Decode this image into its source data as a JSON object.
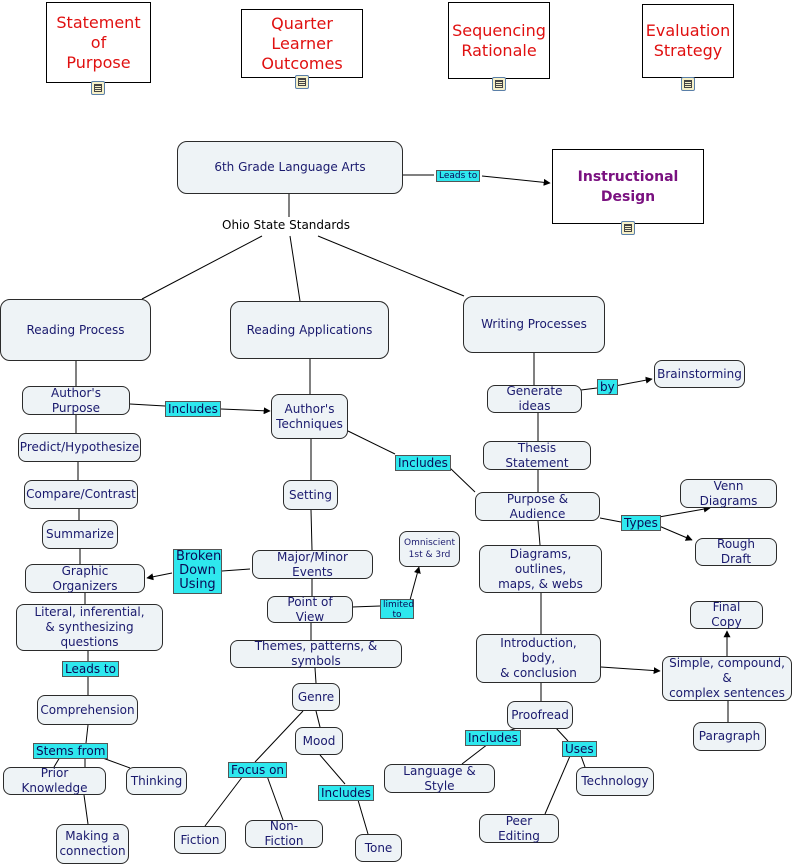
{
  "colors": {
    "node_fill": "#eef3f6",
    "node_text": "#1a1a6e",
    "link_fill": "#2ee8ee",
    "header_text": "#e01010",
    "design_text": "#7a1180"
  },
  "headers": {
    "statement": "Statement of\nPurpose",
    "outcomes": "Quarter Learner\nOutcomes",
    "sequencing": "Sequencing\nRationale",
    "evaluation": "Evaluation\nStrategy",
    "design": "Instructional Design",
    "icon": "document-icon"
  },
  "nodes": {
    "grade": "6th Grade Language Arts",
    "standards": "Ohio State Standards",
    "reading_process": "Reading Process",
    "reading_applications": "Reading Applications",
    "writing_processes": "Writing Processes",
    "authors_purpose": "Author's Purpose",
    "predict": "Predict/Hypothesize",
    "compare": "Compare/Contrast",
    "summarize": "Summarize",
    "graphic_organizers": "Graphic Organizers",
    "literal": "Literal, inferential,\n& synthesizing questions",
    "comprehension": "Comprehension",
    "prior_knowledge": "Prior Knowledge",
    "thinking": "Thinking",
    "making_connection": "Making a\nconnection",
    "authors_techniques": "Author's\nTechniques",
    "setting": "Setting",
    "major_minor": "Major/Minor Events",
    "point_of_view": "Point of View",
    "omniscient": "Omniscient\n1st & 3rd",
    "themes": "Themes, patterns, & symbols",
    "genre": "Genre",
    "mood": "Mood",
    "fiction": "Fiction",
    "non_fiction": "Non-Fiction",
    "tone": "Tone",
    "generate_ideas": "Generate ideas",
    "brainstorming": "Brainstorming",
    "thesis": "Thesis Statement",
    "purpose_audience": "Purpose & Audience",
    "venn": "Venn Diagrams",
    "rough_draft": "Rough Draft",
    "diagrams": "Diagrams, outlines,\nmaps, & webs",
    "final_copy": "Final Copy",
    "intro_body": "Introduction, body,\n& conclusion",
    "sentences": "Simple, compound, &\ncomplex sentences",
    "paragraph": "Paragraph",
    "proofread": "Proofread",
    "language_style": "Language & Style",
    "technology": "Technology",
    "peer_editing": "Peer Editing"
  },
  "links": {
    "leads_to_design": "Leads to",
    "includes_techniques": "Includes",
    "includes_purpose": "Includes",
    "broken_down": "Broken\nDown\nUsing",
    "limited_to": "limited\nto",
    "leads_to_comprehension": "Leads to",
    "stems_from": "Stems from",
    "focus_on": "Focus on",
    "includes_tone": "Includes",
    "by": "by",
    "types": "Types",
    "includes_language": "Includes",
    "uses": "Uses"
  }
}
